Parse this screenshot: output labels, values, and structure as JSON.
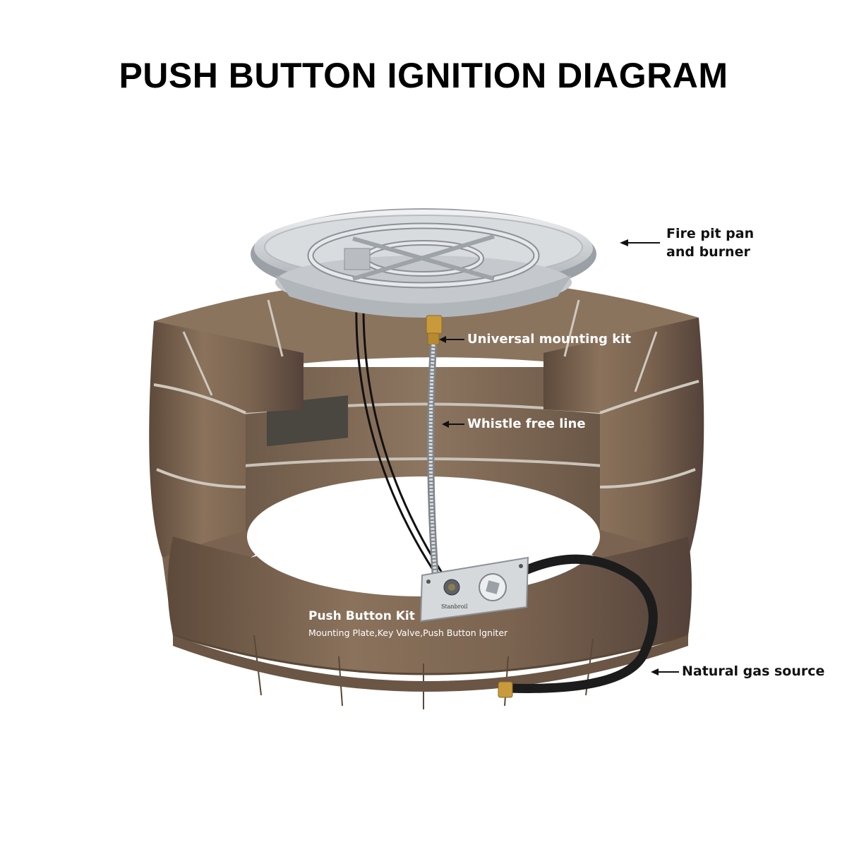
{
  "title": "PUSH BUTTON IGNITION DIAGRAM",
  "labels": {
    "fire_pit_pan_line1": "Fire pit pan",
    "fire_pit_pan_line2": "and burner",
    "universal_mounting_kit": "Universal mounting kit",
    "whistle_free_line": "Whistle free line",
    "push_button_kit": "Push Button Kit",
    "push_button_kit_sub": "Mounting Plate,Key Valve,Push Button lgniter",
    "natural_gas_source": "Natural gas source"
  },
  "plate_brand": "Stanbroil",
  "colors": {
    "brick": "#7b6450",
    "brick_dark": "#5f4c3d",
    "brick_light": "#9a826b",
    "mortar": "#c9c2b8",
    "steel": "#c8ccd0",
    "brass": "#c99a3b",
    "hose": "#1e1e1e"
  }
}
